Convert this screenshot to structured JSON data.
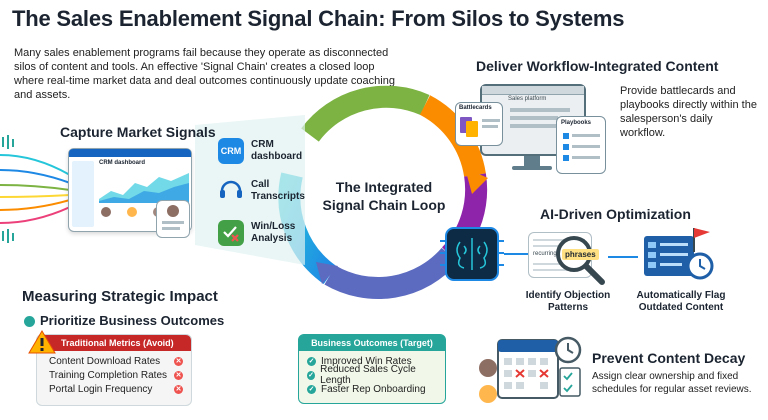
{
  "header": {
    "title": "The Sales Enablement Signal Chain: From Silos to Systems",
    "intro": "Many sales enablement programs fail because they operate as disconnected silos of content and tools. An effective 'Signal Chain' creates a closed loop where real-time market data and deal outcomes continuously update coaching and assets."
  },
  "capture": {
    "heading": "Capture Market Signals",
    "dashboard_title": "CRM dashboard",
    "sources": [
      {
        "badge": "CRM",
        "label": "CRM dashboard",
        "icon": "crm-icon"
      },
      {
        "badge": "",
        "label": "Call Transcripts",
        "icon": "headset-icon"
      },
      {
        "badge": "",
        "label": "Win/Loss Analysis",
        "icon": "check-cross-icon"
      }
    ]
  },
  "loop": {
    "center_label": "The Integrated Signal Chain Loop",
    "colors": [
      "#1e88e5",
      "#7cb342",
      "#fdd835",
      "#fb8c00",
      "#8e24aa",
      "#00acc1"
    ]
  },
  "deliver": {
    "heading": "Deliver Workflow-Integrated Content",
    "platform_label": "Sales platform",
    "battlecards_label": "Battlecards",
    "playbooks_label": "Playbooks",
    "description": "Provide battlecards and playbooks directly within the salesperson's daily workflow."
  },
  "ai": {
    "heading": "AI-Driven Optimization",
    "word_a": "recurring",
    "word_b": "phrases",
    "caption_left": "Identify Objection Patterns",
    "caption_right": "Automatically Flag Outdated Content"
  },
  "impact": {
    "heading": "Measuring Strategic Impact",
    "subheading": "Prioritize Business Outcomes",
    "traditional": {
      "title": "Traditional Metrics (Avoid)",
      "items": [
        "Content Download Rates",
        "Training Completion Rates",
        "Portal Login Frequency"
      ]
    },
    "business": {
      "title": "Business Outcomes (Target)",
      "items": [
        "Improved Win Rates",
        "Reduced Sales Cycle Length",
        "Faster Rep Onboarding"
      ]
    }
  },
  "decay": {
    "heading": "Prevent Content Decay",
    "description": "Assign clear ownership and fixed schedules for regular asset reviews."
  }
}
